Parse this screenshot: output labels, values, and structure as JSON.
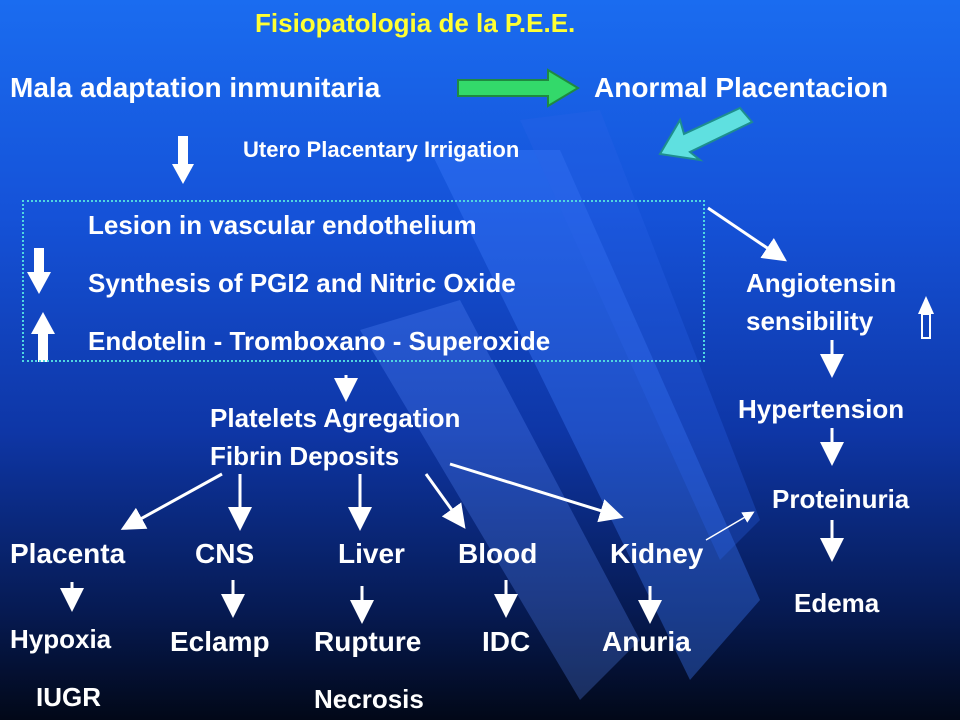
{
  "title": "Fisiopatologia de la P.E.E.",
  "top": {
    "left": "Mala adaptation inmunitaria",
    "right": "Anormal Placentacion",
    "irrigation": "Utero Placentary Irrigation"
  },
  "box": {
    "line1": "Lesion in vascular endothelium",
    "line2": "Synthesis of PGI2 and Nitric Oxide",
    "line3": "Endotelin - Tromboxano - Superoxide"
  },
  "right_chain": {
    "angiotensin": "Angiotensin",
    "sensibility": "sensibility",
    "hypertension": "Hypertension",
    "proteinuria": "Proteinuria",
    "edema": "Edema"
  },
  "platelets": {
    "line1": "Platelets Agregation",
    "line2": "Fibrin Deposits"
  },
  "organs": {
    "placenta": "Placenta",
    "cns": "CNS",
    "liver": "Liver",
    "blood": "Blood",
    "kidney": "Kidney"
  },
  "outcomes": {
    "hypoxia": "Hypoxia",
    "iugr": "IUGR",
    "eclamp": "Eclamp",
    "rupture": "Rupture",
    "necrosis": "Necrosis",
    "idc": "IDC",
    "anuria": "Anuria"
  },
  "colors": {
    "title": "#ffff33",
    "text": "#ffffff",
    "green_arrow": "#33d96a",
    "cyan_arrow": "#5fe0e0",
    "box_border": "#4fd6e0"
  }
}
